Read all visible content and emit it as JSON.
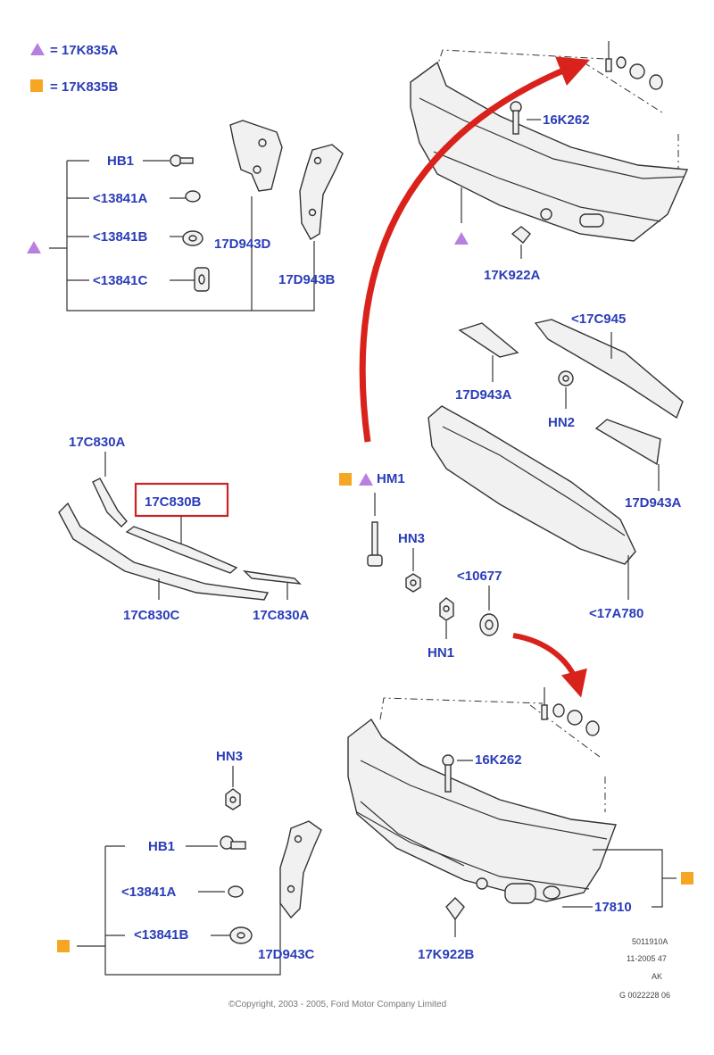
{
  "legend": {
    "triangle_label": "= 17K835A",
    "square_label": "= 17K835B"
  },
  "colors": {
    "label_blue": "#2a3db8",
    "triangle_purple": "#b77fe0",
    "square_orange": "#f5a623",
    "arrow_red": "#d9221b",
    "highlight_box": "#cc2222"
  },
  "labels": {
    "hb1_top": "HB1",
    "p13841a_top": "<13841A",
    "p13841b_top": "<13841B",
    "p13841c_top": "<13841C",
    "p17d943d": "17D943D",
    "p17d943b": "17D943B",
    "p16k262_top": "16K262",
    "p17k922a": "17K922A",
    "p17c945": "<17C945",
    "p17d943a_left": "17D943A",
    "hn2": "HN2",
    "p17d943a_right": "17D943A",
    "p17a780": "<17A780",
    "p17c830a_top": "17C830A",
    "p17c830b": "17C830B",
    "p17c830c": "17C830C",
    "p17c830a_bottom": "17C830A",
    "hm1": "HM1",
    "hn3_mid": "HN3",
    "p10677": "<10677",
    "hn1": "HN1",
    "hn3_bottom": "HN3",
    "hb1_bottom": "HB1",
    "p13841a_bottom": "<13841A",
    "p13841b_bottom": "<13841B",
    "p17d943c": "17D943C",
    "p16k262_bottom": "16K262",
    "p17k922b": "17K922B",
    "p17810": "17810"
  },
  "ref_block": {
    "line1": "5011910A",
    "line2": "11-2005 47",
    "line3": "AK",
    "line4": "G 0022228 06"
  },
  "copyright": "©Copyright, 2003 - 2005, Ford Motor Company Limited"
}
